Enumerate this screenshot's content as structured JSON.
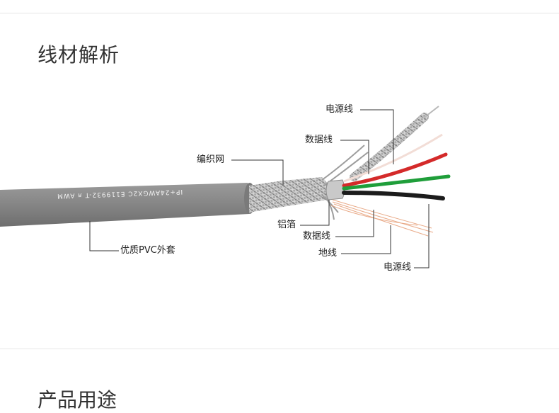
{
  "section_title": "线材解析",
  "next_section_title_partial": "产品用途",
  "cable_print": "IP+24AWGX2C  E119932-T  ᴙ  AWM",
  "labels": {
    "power_wire_top": "电源线",
    "data_wire_top": "数据线",
    "braided_shield": "编织网",
    "aluminum_foil": "铝箔",
    "data_wire_bottom": "数据线",
    "ground_wire": "地线",
    "power_wire_bottom": "电源线",
    "pvc_jacket": "优质PVC外套"
  },
  "colors": {
    "jacket": "#8a8a8a",
    "red_wire": "#d42a2a",
    "green_wire": "#1f9e3a",
    "black_wire": "#1c1c1c",
    "white_wire": "#f0d6cf",
    "copper": "#e7a27d",
    "leader_line": "#333333"
  }
}
